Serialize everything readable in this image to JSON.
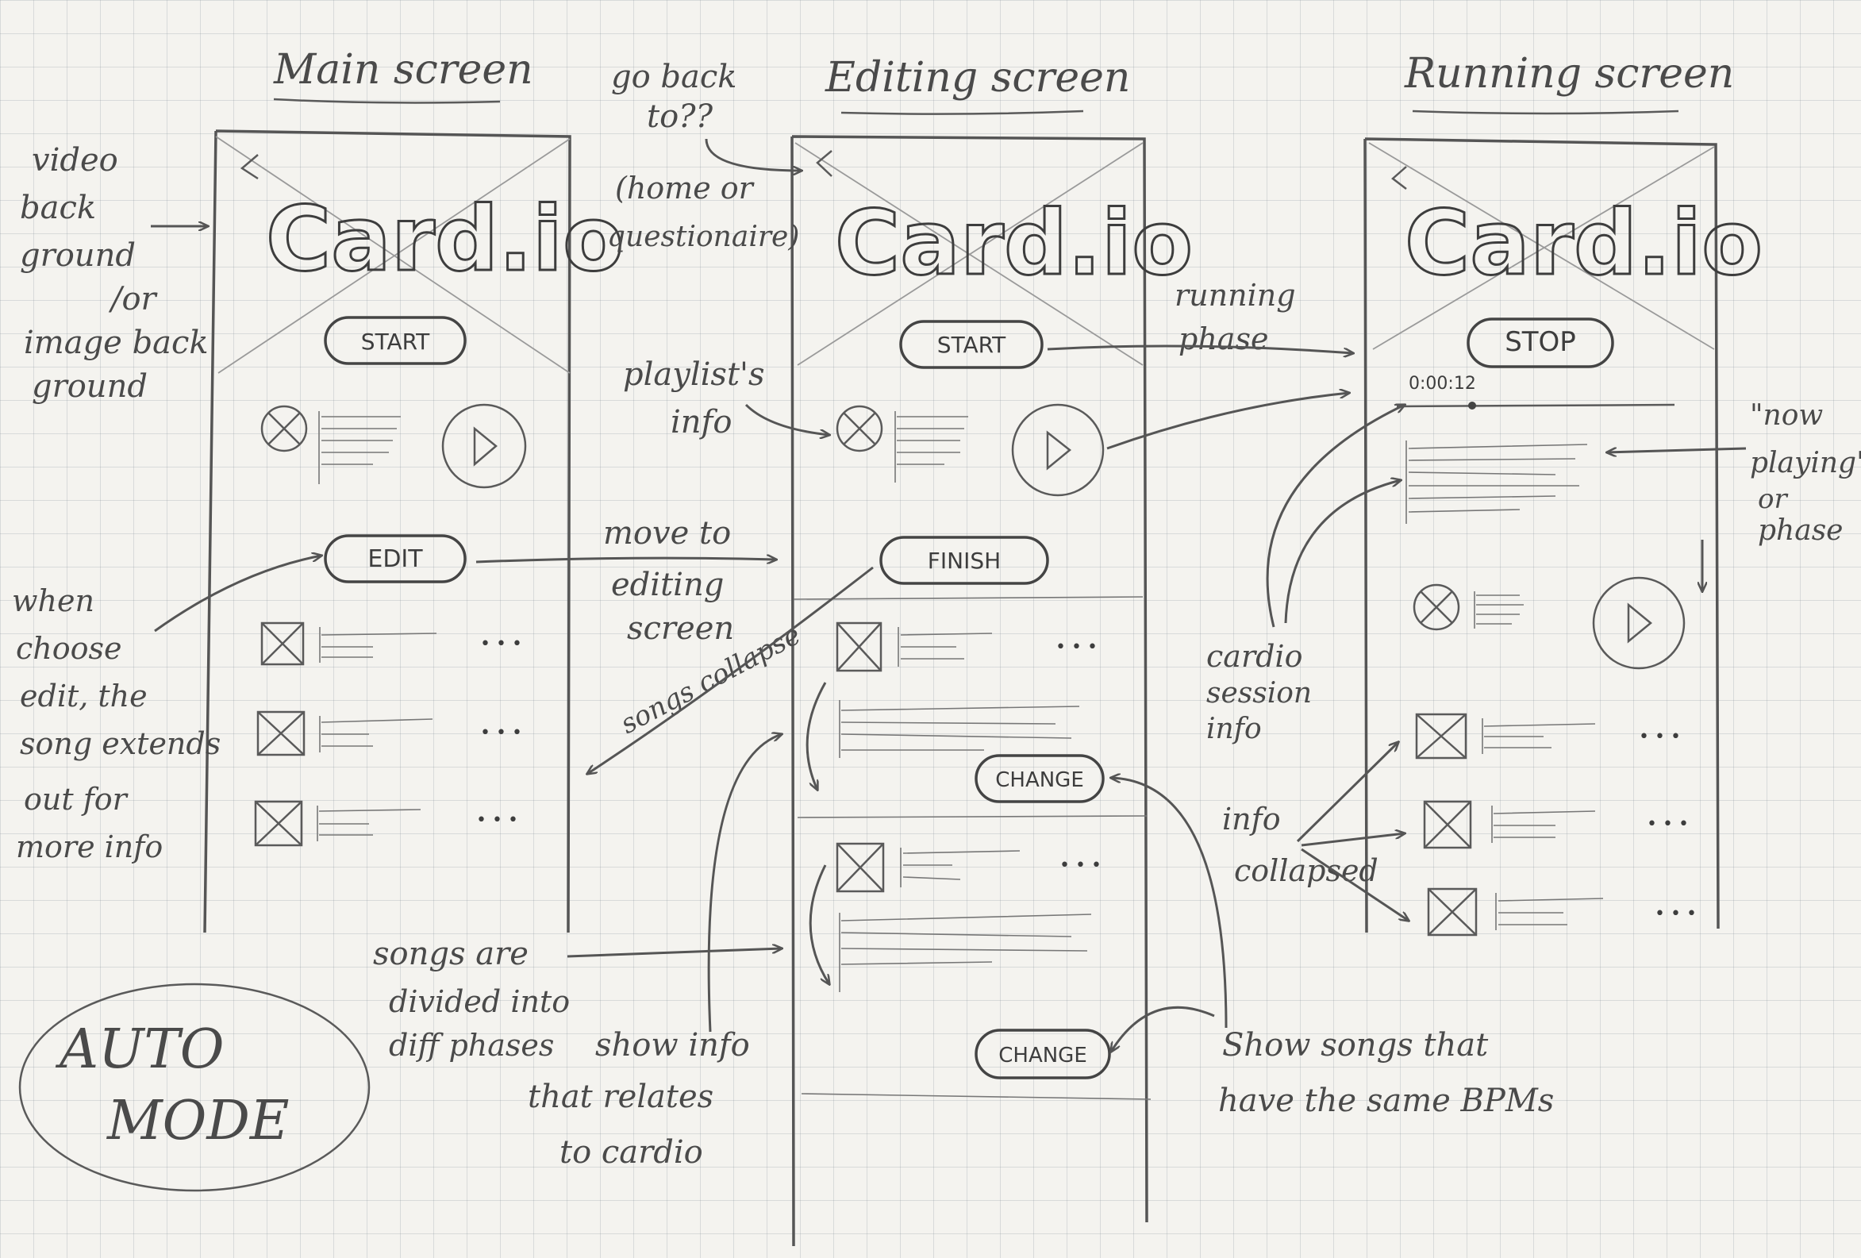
{
  "screens": {
    "main": {
      "title": "Main screen",
      "logo": "Card.io",
      "start": "START",
      "edit": "EDIT"
    },
    "editing": {
      "title": "Editing screen",
      "logo": "Card.io",
      "start": "START",
      "finish": "FINISH",
      "change1": "CHANGE",
      "change2": "CHANGE"
    },
    "running": {
      "title": "Running screen",
      "logo": "Card.io",
      "stop": "STOP",
      "timer": "0:00:12"
    }
  },
  "annotations": {
    "video_bg": [
      "video",
      "back",
      "ground",
      "/or",
      "image back",
      "ground"
    ],
    "go_back": [
      "go back",
      "to??",
      "(home or",
      "questionaire)"
    ],
    "playlist_info": [
      "playlist's",
      "info"
    ],
    "move_to": [
      "move to",
      "editing",
      "screen"
    ],
    "songs_collapse": "songs collapse",
    "when_edit": [
      "when",
      "choose",
      "edit, the",
      "song extends",
      "out for",
      "more info"
    ],
    "songs_divided": [
      "songs are",
      "divided into",
      "diff phases"
    ],
    "show_info": [
      "show info",
      "that relates",
      "to cardio"
    ],
    "running_phase": [
      "running",
      "phase"
    ],
    "now_playing": [
      "\"now",
      "playing\"",
      "or",
      "phase"
    ],
    "cardio_session": [
      "cardio",
      "session",
      "info"
    ],
    "info_collapsed": [
      "info",
      "collapsed"
    ],
    "same_bpm": [
      "Show songs that",
      "have the same BPMs"
    ],
    "auto_mode": [
      "AUTO",
      "MODE"
    ]
  }
}
